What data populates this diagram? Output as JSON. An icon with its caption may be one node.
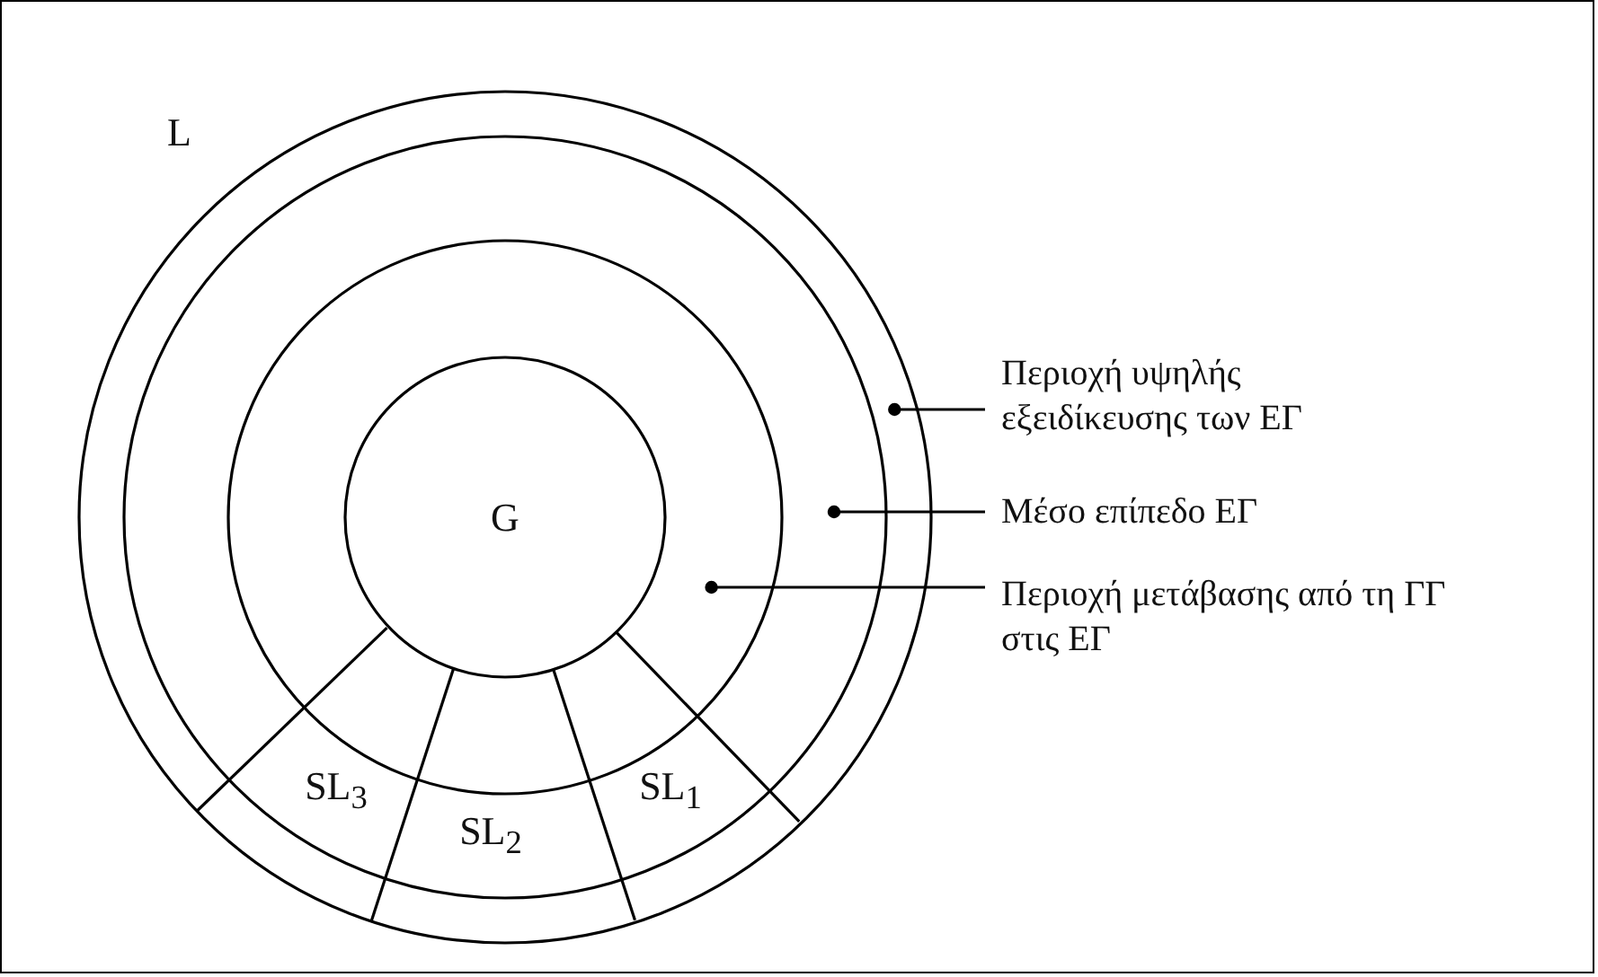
{
  "diagram": {
    "nodes": [
      {
        "text": [
          "L"
        ]
      },
      {
        "text": [],
        "shape": "circle",
        "in": 0
      },
      {
        "text": [],
        "shape": "circle",
        "in": 1
      },
      {
        "text": [],
        "shape": "circle",
        "in": 2
      },
      {
        "text": [
          "G"
        ],
        "in": 3
      },
      {
        "text": [
          "SL$_{3}$"
        ],
        "in": 2
      },
      {
        "text": [
          "SL$_{2}$"
        ],
        "in": 2
      },
      {
        "text": [
          "SL$_{1}$"
        ],
        "in": 2
      },
      {
        "text": [
          "Περιοχή υψηλής εξειδίκευσης των ΕΓ"
        ],
        "in": 0
      },
      {
        "text": [
          "Μέσο επίπεδο ΕΓ"
        ],
        "in": 0
      },
      {
        "text": [
          "Περιοχή μετάβασης από τη ΓΓ στις ΕΓ"
        ],
        "in": 0
      }
    ],
    "edges": [
      {
        "from": 8,
        "to": 1,
        "arrow": "other"
      },
      {
        "from": 9,
        "to": 2,
        "arrow": "other"
      },
      {
        "from": 10,
        "to": 3,
        "arrow": "other"
      }
    ]
  }
}
